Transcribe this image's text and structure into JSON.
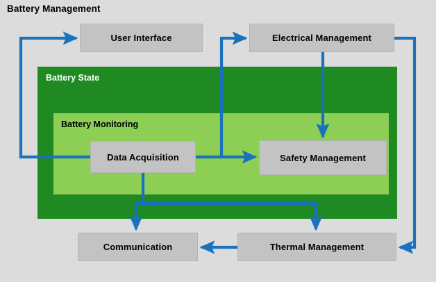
{
  "diagram": {
    "title": "Battery Management",
    "background_color": "#dcdcdc",
    "accent_color": "#1b72bc",
    "containers": [
      {
        "id": "battery-state",
        "label": "Battery State",
        "color": "#1f8a22",
        "label_color": "#ffffff"
      },
      {
        "id": "battery-monitoring",
        "label": "Battery Monitoring",
        "color": "#8dce55",
        "label_color": "#000000"
      }
    ],
    "nodes": [
      {
        "id": "user-interface",
        "label": "User Interface",
        "color": "#c3c3c3"
      },
      {
        "id": "electrical",
        "label": "Electrical Management",
        "color": "#c3c3c3"
      },
      {
        "id": "data-acquisition",
        "label": "Data Acquisition",
        "color": "#c3c3c3"
      },
      {
        "id": "safety",
        "label": "Safety Management",
        "color": "#c3c3c3"
      },
      {
        "id": "communication",
        "label": "Communication",
        "color": "#c3c3c3"
      },
      {
        "id": "thermal",
        "label": "Thermal Management",
        "color": "#c3c3c3"
      }
    ],
    "edges": [
      {
        "from": "data-acquisition",
        "to": "user-interface"
      },
      {
        "from": "data-acquisition",
        "to": "electrical"
      },
      {
        "from": "data-acquisition",
        "to": "safety"
      },
      {
        "from": "data-acquisition",
        "to": "communication"
      },
      {
        "from": "data-acquisition",
        "to": "thermal"
      },
      {
        "from": "electrical",
        "to": "safety"
      },
      {
        "from": "electrical",
        "to": "thermal"
      },
      {
        "from": "thermal",
        "to": "communication"
      }
    ]
  }
}
